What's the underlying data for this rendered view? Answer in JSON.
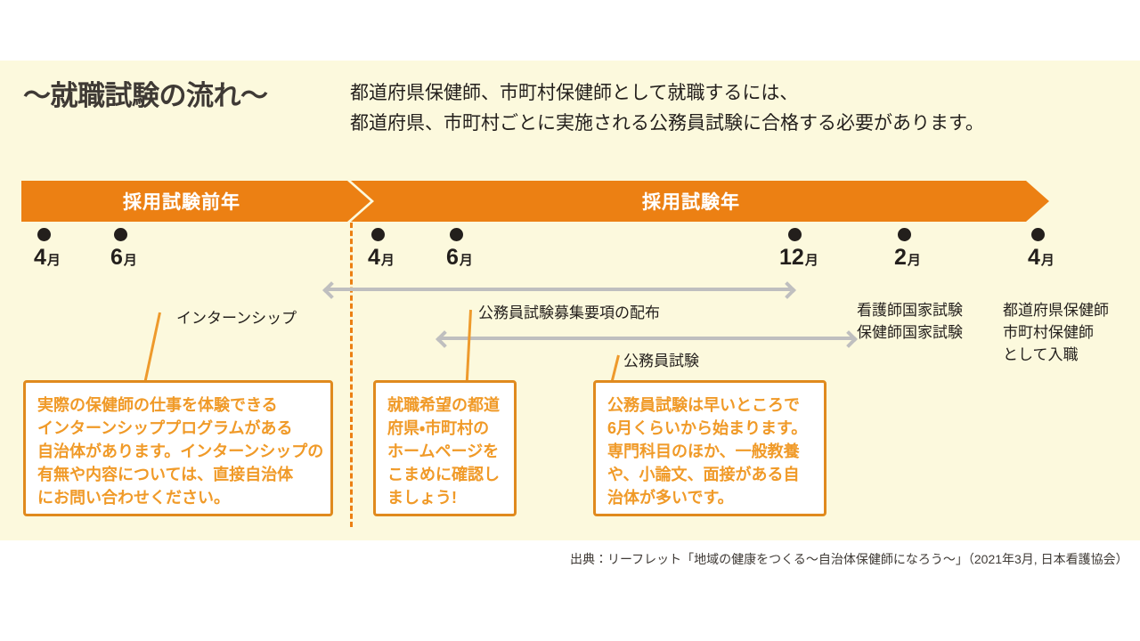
{
  "page": {
    "background": "#ffffff",
    "panel_background": "#fcf9dd",
    "accent_orange": "#ec8013",
    "callout_text_color": "#f09a28",
    "arrow_gray": "#bfbfbf"
  },
  "header": {
    "title": "〜就職試験の流れ〜",
    "lede_line1": "都道府県保健師、市町村保健師として就職するには、",
    "lede_line2": "都道府県、市町村ごとに実施される公務員試験に合格する必要があります。"
  },
  "banner": {
    "segments": [
      {
        "label": "採用試験前年"
      },
      {
        "label": "採用試験年"
      }
    ]
  },
  "timeline": {
    "ticks": [
      {
        "number": "4",
        "unit": "月"
      },
      {
        "number": "6",
        "unit": "月"
      },
      {
        "number": "4",
        "unit": "月"
      },
      {
        "number": "6",
        "unit": "月"
      },
      {
        "number": "12",
        "unit": "月"
      },
      {
        "number": "2",
        "unit": "月"
      },
      {
        "number": "4",
        "unit": "月"
      }
    ]
  },
  "spans": [
    {
      "label": "公務員試験募集要項の配布"
    },
    {
      "label": "公務員試験"
    }
  ],
  "labels": {
    "internship": "インターンシップ"
  },
  "notes": {
    "national_exams_line1": "看護師国家試験",
    "national_exams_line2": "保健師国家試験",
    "employment_line1": "都道府県保健師",
    "employment_line2": "市町村保健師",
    "employment_line3": "として入職"
  },
  "callouts": [
    {
      "lines": [
        "実際の保健師の仕事を体験できる",
        "インターンシッププログラムがある",
        "自治体があります。インターンシップの",
        "有無や内容については、直接自治体",
        "にお問い合わせください。"
      ]
    },
    {
      "lines": [
        "就職希望の都道",
        "府県・市町村の",
        "ホームページを",
        "こまめに確認し",
        "ましょう!"
      ]
    },
    {
      "lines": [
        "公務員試験は早いところで",
        "6月くらいから始まります。",
        "専門科目のほか、一般教養",
        "や、小論文、面接がある自",
        "治体が多いです。"
      ]
    }
  ],
  "source": "出典：リーフレット「地域の健康をつくる〜自治体保健師になろう〜」（2021年3月, 日本看護協会）"
}
